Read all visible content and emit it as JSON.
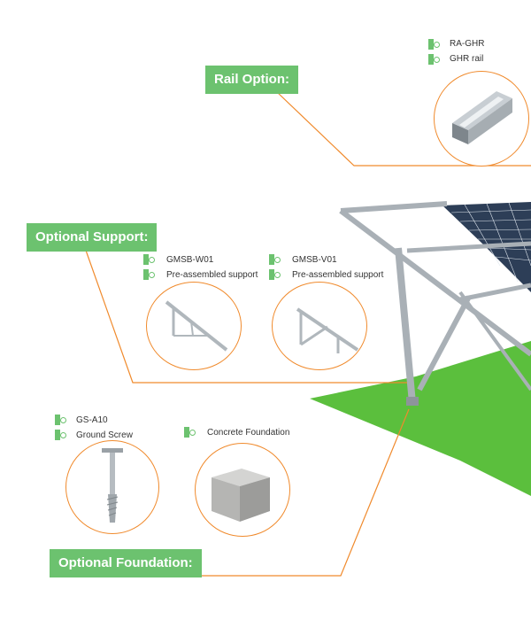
{
  "rail": {
    "label": "Rail Option:",
    "code": "RA-GHR",
    "name": "GHR rail"
  },
  "support": {
    "label": "Optional Support:",
    "items": [
      {
        "code": "GMSB-W01",
        "name": "Pre-assembled support"
      },
      {
        "code": "GMSB-V01",
        "name": "Pre-assembled support"
      }
    ]
  },
  "foundation": {
    "label": "Optional Foundation:",
    "screw_code": "GS-A10",
    "screw_name": "Ground Screw",
    "concrete_name": "Concrete Foundation"
  },
  "colors": {
    "accent_green": "#6cc26f",
    "leader_orange": "#f08a2c",
    "ground_green": "#5bbf3d"
  }
}
